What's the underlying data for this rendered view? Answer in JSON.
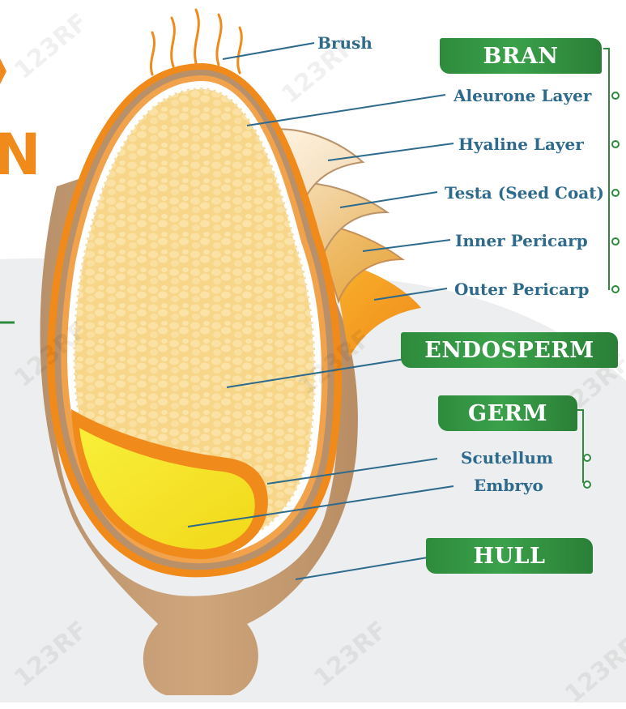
{
  "categories": {
    "bran": "BRAN",
    "endosperm": "ENDOSPERM",
    "germ": "GERM",
    "hull": "HULL"
  },
  "labels": {
    "brush": "Brush",
    "aleurone": "Aleurone Layer",
    "hyaline": "Hyaline Layer",
    "testa": "Testa (Seed Coat)",
    "inner_pericarp": "Inner Pericarp",
    "outer_pericarp": "Outer Pericarp",
    "scutellum": "Scutellum",
    "embryo": "Embryo"
  },
  "title_fragment": "N",
  "watermark": "123RF",
  "colors": {
    "label_text": "#2d6a8c",
    "badge_green": "#2e8b3d",
    "hull": "#c8a27a",
    "orange": "#f08a1a",
    "endosperm": "#f7d88c",
    "embryo": "#f4e61e"
  }
}
